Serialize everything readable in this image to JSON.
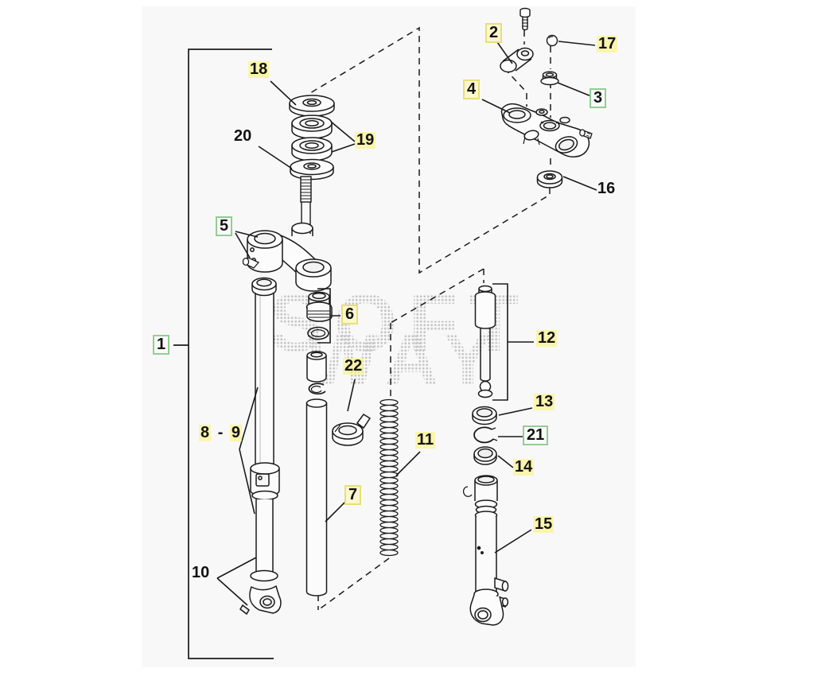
{
  "diagram": {
    "description": "Front fork exploded parts diagram",
    "watermark": {
      "line1": "SOFT",
      "line2": "WAY"
    },
    "colors": {
      "background": "#ffffff",
      "canvas_background": "#f8f8f8",
      "line": "#1a1a1a",
      "highlight_yellow": "#fcf380",
      "highlight_yellow_border": "#e7df78",
      "highlight_green_border": "#93cd93"
    },
    "callouts": {
      "c1": "1",
      "c2": "2",
      "c3": "3",
      "c4": "4",
      "c5": "5",
      "c6": "6",
      "c7": "7",
      "c8": "8",
      "c8_9_sep": "-",
      "c9": "9",
      "c10": "10",
      "c11": "11",
      "c12": "12",
      "c13": "13",
      "c14": "14",
      "c15": "15",
      "c16": "16",
      "c17": "17",
      "c18": "18",
      "c19": "19",
      "c20": "20",
      "c21": "21",
      "c22": "22"
    }
  }
}
